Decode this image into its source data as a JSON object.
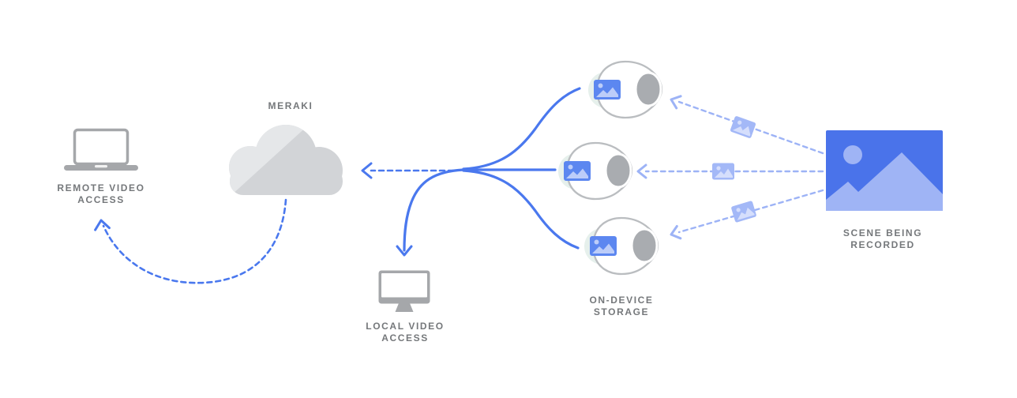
{
  "diagram": {
    "nodes": {
      "cloud": {
        "label": "MERAKI",
        "icon": "cloud-icon"
      },
      "remote_access": {
        "label": "REMOTE VIDEO ACCESS",
        "icon": "laptop-icon"
      },
      "local_access": {
        "label": "LOCAL VIDEO ACCESS",
        "icon": "desktop-monitor-icon"
      },
      "on_device_storage": {
        "label": "ON-DEVICE STORAGE",
        "icon": "dome-camera-icon",
        "camera_count": 3
      },
      "scene": {
        "label": "SCENE BEING RECORDED",
        "icon": "landscape-image-icon"
      }
    },
    "connections": [
      {
        "from": "cameras",
        "to": "cloud",
        "style": "dashed-blue-arrow"
      },
      {
        "from": "cameras",
        "to": "local_access",
        "style": "solid-blue-arrow"
      },
      {
        "from": "cloud",
        "to": "remote_access",
        "style": "dashed-blue-arrow"
      },
      {
        "from": "scene",
        "to": "camera-top",
        "style": "dashed-light-arrow",
        "carries": "photo-thumbnail"
      },
      {
        "from": "scene",
        "to": "camera-middle",
        "style": "dashed-light-arrow",
        "carries": "photo-thumbnail"
      },
      {
        "from": "scene",
        "to": "camera-bottom",
        "style": "dashed-light-arrow",
        "carries": "photo-thumbnail"
      }
    ]
  },
  "colors": {
    "line_blue": "#4a78ee",
    "dash_light": "#9db3f6",
    "scene_blue": "#4a73ea",
    "scene_light": "#9fb4f5",
    "thumb_blue": "#a3b8f7",
    "thumb_light": "#d5defc",
    "icon_blue": "#5c87f0",
    "icon_blue_light": "#bccdf9",
    "mint": "#e6f0ec",
    "cloud_gray": "#d2d4d7",
    "cloud_light": "#e5e7e9",
    "device_gray": "#a5a7aa",
    "lens_gray": "#a9acb0",
    "outline_gray": "#babdc0",
    "text_gray": "#75787b",
    "bg": "#ffffff"
  }
}
